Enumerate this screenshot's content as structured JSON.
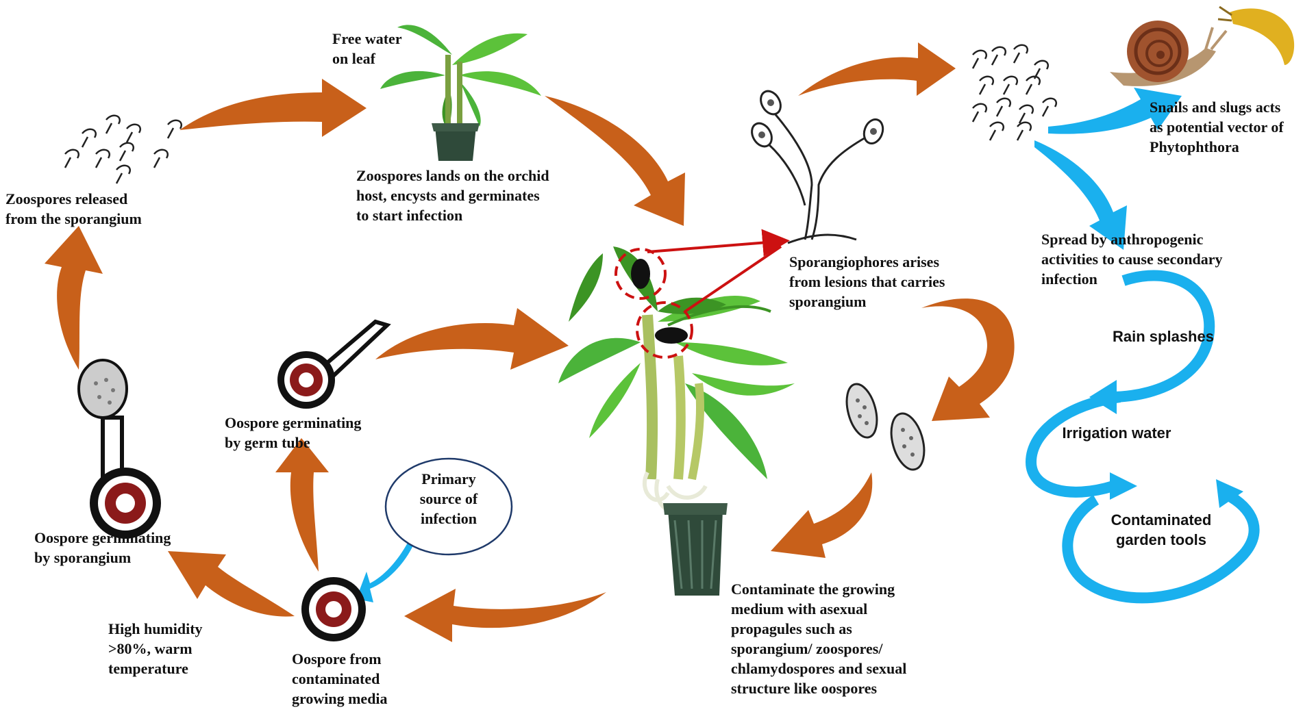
{
  "colors": {
    "orange_arrow": "#c8601a",
    "blue_arrow": "#1ab0ee",
    "lesion_red": "#cc1111",
    "oospore_red": "#8b1a1a",
    "leaf_green": "#5cc23a",
    "leaf_dark": "#3c9424"
  },
  "icons": [
    "orchid-plant",
    "zoospore-cluster",
    "sporangiophore",
    "snail",
    "slug",
    "oospore",
    "sporangium",
    "germ-tube",
    "pot"
  ],
  "labels": {
    "free_water": "Free water\non leaf",
    "zoospores_lands": "Zoospores lands on the orchid\nhost, encysts and germinates\nto start infection",
    "zoospores_released": "Zoospores released\nfrom the sporangium",
    "sporangiophores": "Sporangiophores arises\nfrom lesions that carries\nsporangium",
    "snails": "Snails and slugs acts\nas potential vector of\nPhytophthora",
    "spread": "Spread by anthropogenic\nactivities to cause secondary\ninfection",
    "rain": "Rain splashes",
    "irrigation": "Irrigation water",
    "tools": "Contaminated\ngarden tools",
    "germ_tube": "Oospore germinating\nby germ tube",
    "by_sporangium": "Oospore germinating\nby sporangium",
    "primary": "Primary\nsource of\ninfection",
    "humidity": "High humidity\n>80%, warm\ntemperature",
    "from_media": "Oospore from\ncontaminated\ngrowing media",
    "contaminate": "Contaminate the growing\nmedium with asexual\npropagules such as\nsporangium/ zoospores/\nchlamydospores and sexual\nstructure like oospores"
  }
}
